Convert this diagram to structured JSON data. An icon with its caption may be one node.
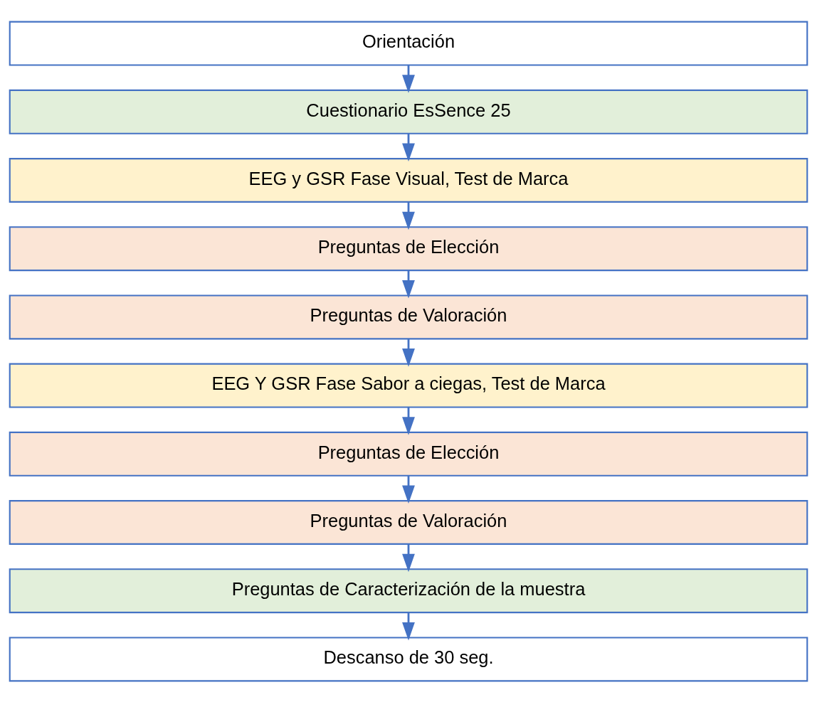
{
  "diagram": {
    "nodes": [
      {
        "text": [
          "Orientación"
        ]
      },
      {
        "text": [
          "Cuestionario EsSence 25"
        ]
      },
      {
        "text": [
          "EEG y GSR Fase Visual, Test de Marca"
        ]
      },
      {
        "text": [
          "Preguntas de Elección"
        ]
      },
      {
        "text": [
          "Preguntas de Valoración"
        ]
      },
      {
        "text": [
          "EEG Y GSR Fase Sabor a ciegas, Test de Marca"
        ]
      },
      {
        "text": [
          "Preguntas de Elección"
        ]
      },
      {
        "text": [
          "Preguntas de Valoración"
        ]
      },
      {
        "text": [
          "Preguntas de Caracterización de la muestra"
        ]
      },
      {
        "text": [
          "Descanso de 30 seg."
        ]
      }
    ],
    "edges": [
      {
        "from": 0,
        "to": 1,
        "arrow": "to"
      },
      {
        "from": 1,
        "to": 2,
        "arrow": "to"
      },
      {
        "from": 2,
        "to": 3,
        "arrow": "to"
      },
      {
        "from": 3,
        "to": 4,
        "arrow": "to"
      },
      {
        "from": 4,
        "to": 5,
        "arrow": "to"
      },
      {
        "from": 5,
        "to": 6,
        "arrow": "to"
      },
      {
        "from": 6,
        "to": 7,
        "arrow": "to"
      },
      {
        "from": 7,
        "to": 8,
        "arrow": "to"
      },
      {
        "from": 8,
        "to": 9,
        "arrow": "to"
      }
    ]
  }
}
